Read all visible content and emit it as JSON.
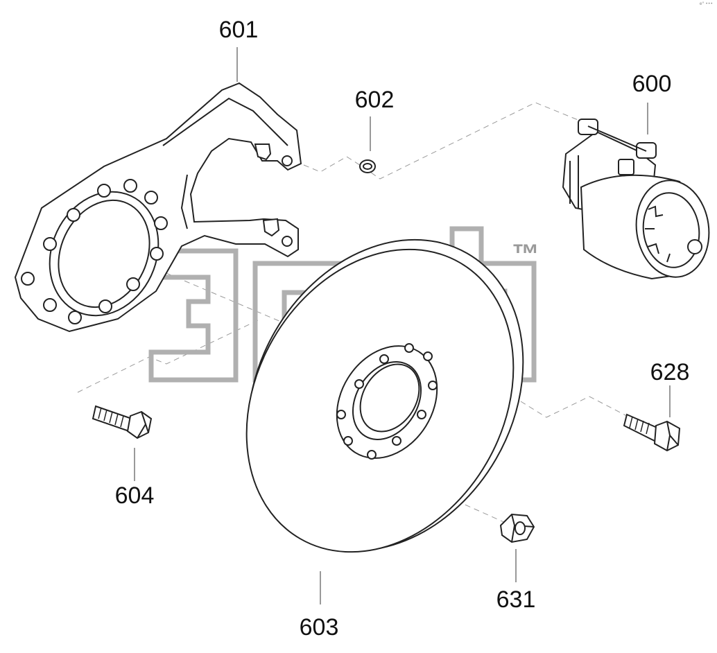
{
  "diagram": {
    "corner_mark": "e° •••",
    "watermark": {
      "symbol": "™",
      "color": "#9a9a9a"
    },
    "line_color": "#222222",
    "leader_color": "#999999",
    "callouts": [
      {
        "id": "600",
        "label": "600",
        "part": "hydraulic-motor"
      },
      {
        "id": "601",
        "label": "601",
        "part": "mounting-bracket"
      },
      {
        "id": "602",
        "label": "602",
        "part": "washer"
      },
      {
        "id": "603",
        "label": "603",
        "part": "disc"
      },
      {
        "id": "604",
        "label": "604",
        "part": "bolt"
      },
      {
        "id": "628",
        "label": "628",
        "part": "bolt"
      },
      {
        "id": "631",
        "label": "631",
        "part": "nut"
      }
    ]
  }
}
